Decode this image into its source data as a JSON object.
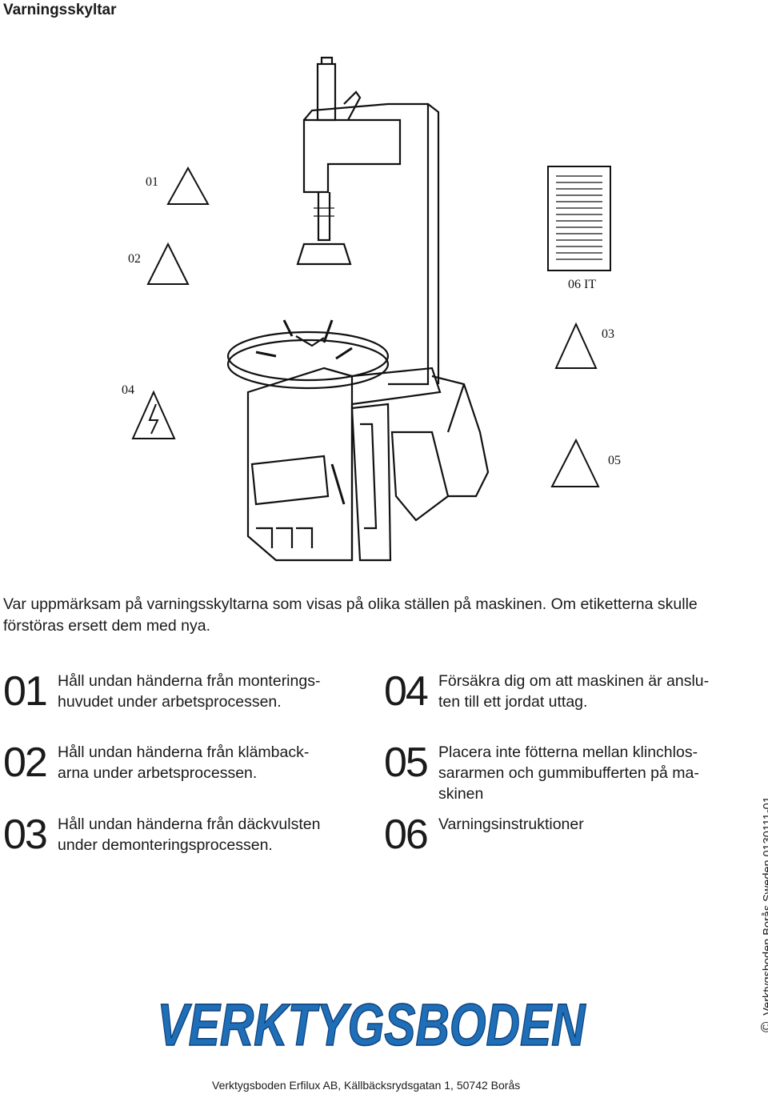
{
  "header": {
    "title": "Varningsskyltar"
  },
  "figure": {
    "labels": [
      "01",
      "02",
      "03",
      "04",
      "05",
      "06 IT"
    ]
  },
  "intro": "Var uppmärksam på varningsskyltarna som visas på olika ställen på maskinen. Om etiketterna skulle förstöras ersett dem med nya.",
  "warnings": [
    {
      "num": "01",
      "text": "Håll undan händerna från monterings-\nhuvudet under arbetsprocessen."
    },
    {
      "num": "02",
      "text": "Håll undan händerna från klämback-\narna under arbetsprocessen."
    },
    {
      "num": "03",
      "text": "Håll undan händerna från däckvulsten\nunder demonteringsprocessen."
    },
    {
      "num": "04",
      "text": "Försäkra dig om att maskinen är anslu-\nten till ett jordat uttag."
    },
    {
      "num": "05",
      "text": "Placera inte fötterna mellan klinchlos-\nsararmen och gummibufferten på ma-\nskinen"
    },
    {
      "num": "06",
      "text": "Varningsinstruktioner"
    }
  ],
  "side_text": "Verktygsboden Borås Sweden 0130111-01",
  "copyright_symbol": "©",
  "logo": {
    "text": "VERKTYGSBODEN",
    "color": "#1e6fb8"
  },
  "footer": "Verktygsboden Erfilux AB,  Källbäcksrydsgatan 1,  50742 Borås"
}
